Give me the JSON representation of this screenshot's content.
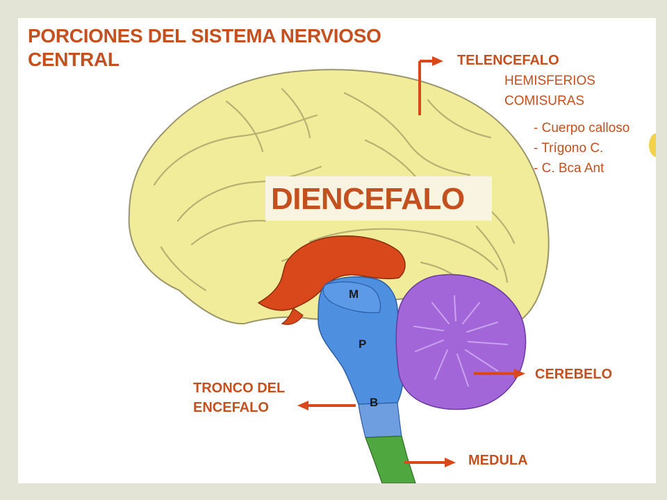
{
  "title": {
    "line1": "PORCIONES DEL SISTEMA NERVIOSO",
    "line2": "CENTRAL"
  },
  "labels": {
    "telencefalo": "TELENCEFALO",
    "hemisferios": "HEMISFERIOS",
    "comisuras": "COMISURAS",
    "comisuras_items": [
      "- Cuerpo calloso",
      "- Trígono C.",
      "- C. Bca Ant"
    ],
    "diencefalo": "DIENCEFALO",
    "cerebelo": "CEREBELO",
    "tronco_line1": "TRONCO DEL",
    "tronco_line2": "ENCEFALO",
    "medula": "MEDULA"
  },
  "region_letters": {
    "m": "M",
    "p": "P",
    "b": "B"
  },
  "colors": {
    "label_orange": "#c4501f",
    "arrow_orange": "#d9481a",
    "telencephalon_yellow": "#f1ec9a",
    "diencephalon_red": "#d9481a",
    "brainstem_blue": "#4f8fe0",
    "medulla_blue": "#6f9ee0",
    "cerebellum_purple": "#a266d9",
    "spinal_green": "#4fa83f"
  }
}
